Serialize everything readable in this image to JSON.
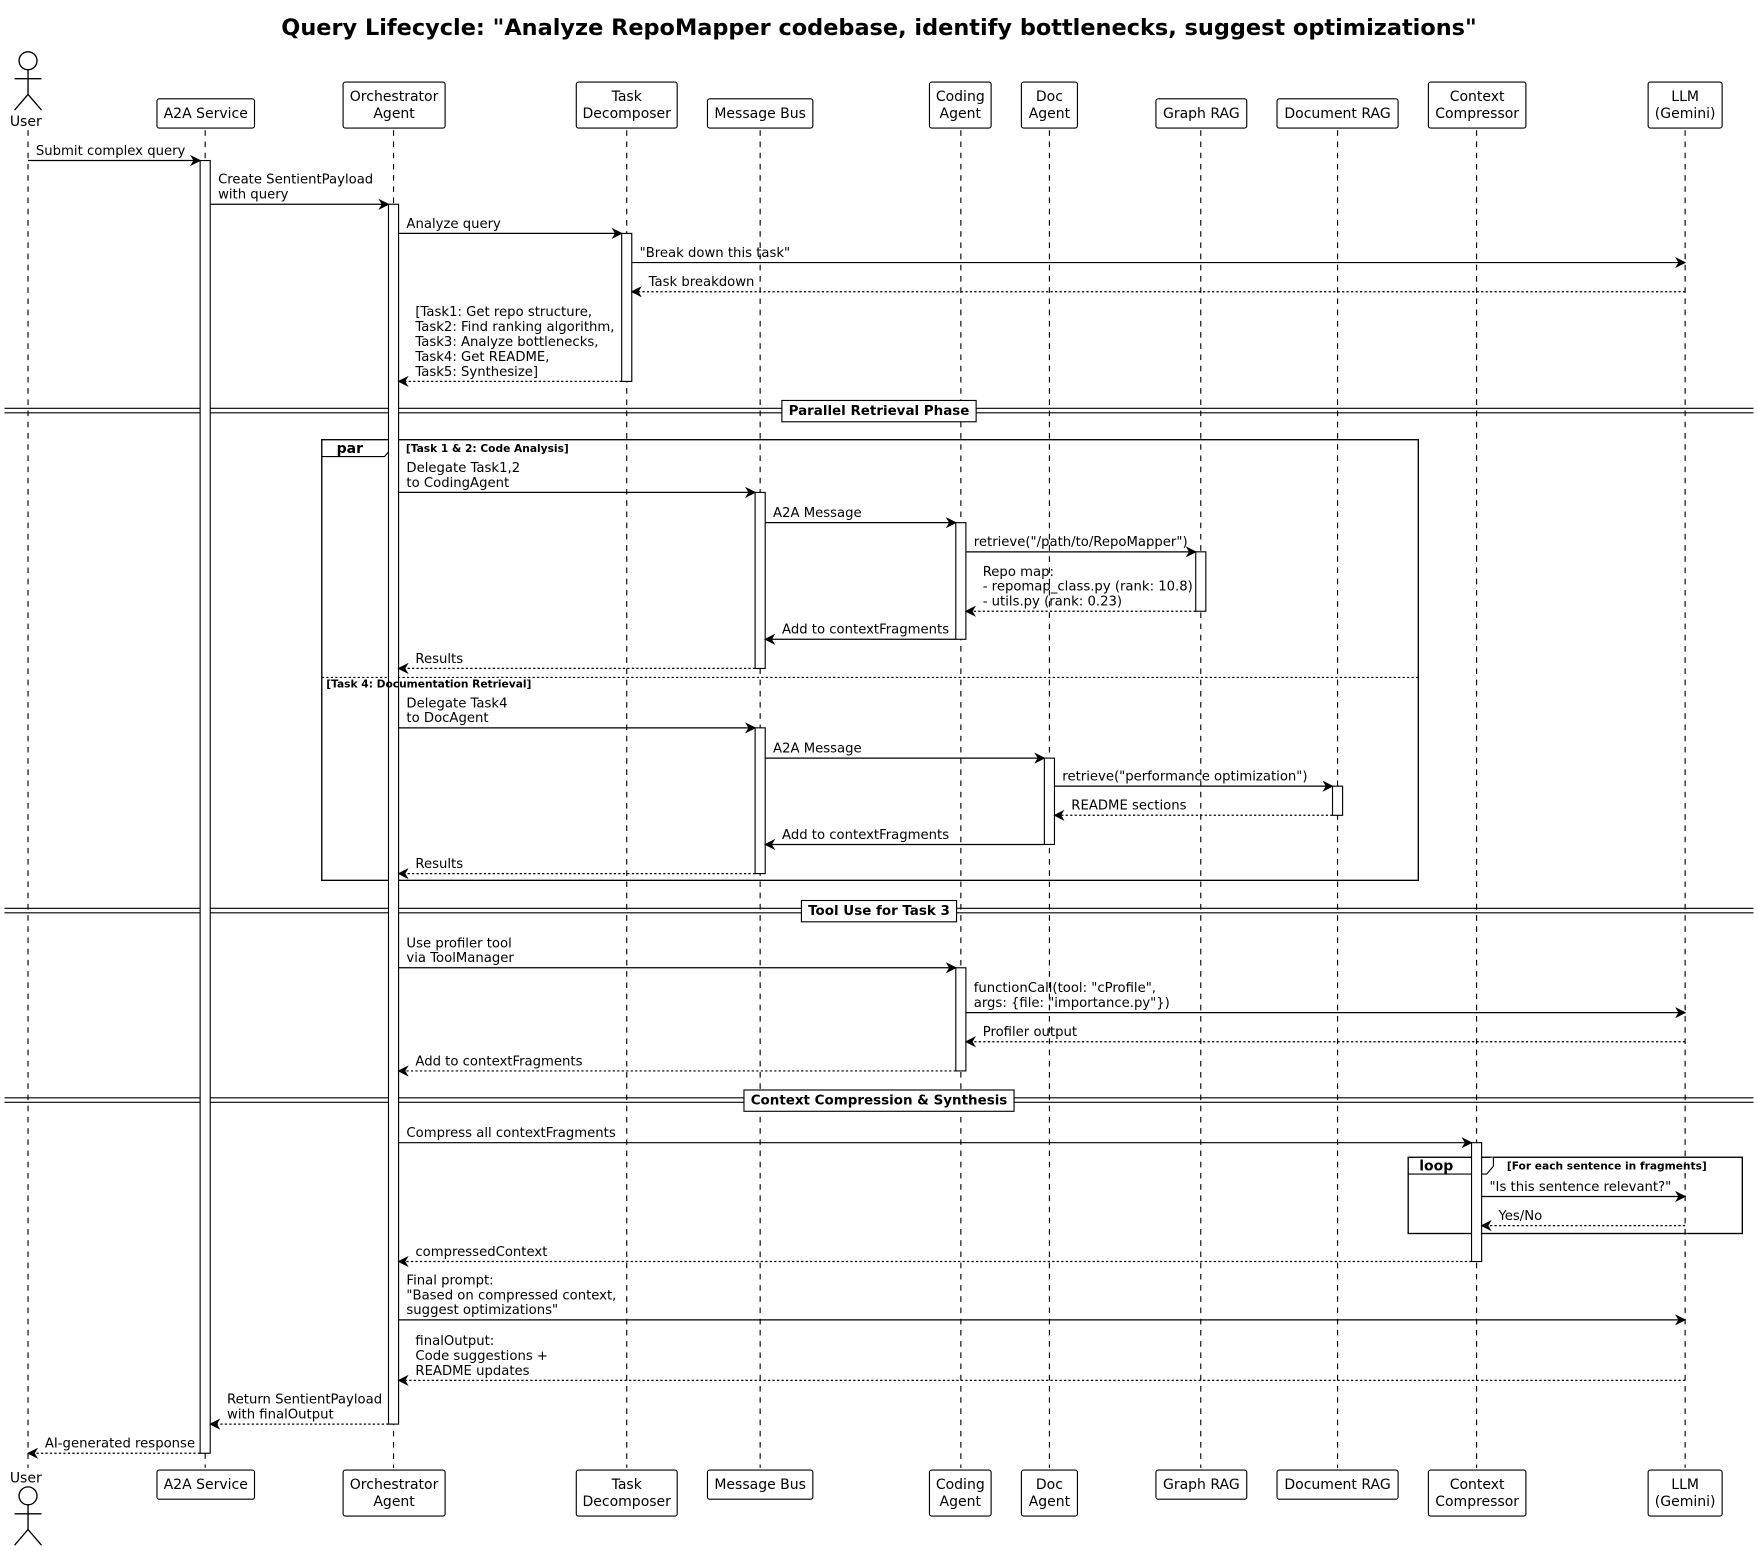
{
  "title": "Query Lifecycle: \"Analyze RepoMapper codebase, identify bottlenecks, suggest optimizations\"",
  "participants": [
    {
      "id": "user",
      "label": [
        "User"
      ],
      "type": "actor"
    },
    {
      "id": "a2a",
      "label": [
        "A2A Service"
      ]
    },
    {
      "id": "orch",
      "label": [
        "Orchestrator",
        "Agent"
      ]
    },
    {
      "id": "td",
      "label": [
        "Task",
        "Decomposer"
      ]
    },
    {
      "id": "mb",
      "label": [
        "Message Bus"
      ]
    },
    {
      "id": "coding",
      "label": [
        "Coding",
        "Agent"
      ]
    },
    {
      "id": "doc",
      "label": [
        "Doc",
        "Agent"
      ]
    },
    {
      "id": "graph",
      "label": [
        "Graph RAG"
      ]
    },
    {
      "id": "docrag",
      "label": [
        "Document RAG"
      ]
    },
    {
      "id": "ctx",
      "label": [
        "Context",
        "Compressor"
      ]
    },
    {
      "id": "llm",
      "label": [
        "LLM",
        "(Gemini)"
      ]
    }
  ],
  "messages": [
    {
      "from": "user",
      "to": "a2a",
      "dashed": false,
      "label": [
        "Submit complex query"
      ]
    },
    {
      "from": "a2a",
      "to": "orch",
      "dashed": false,
      "label": [
        "Create SentientPayload",
        "with query"
      ]
    },
    {
      "from": "orch",
      "to": "td",
      "dashed": false,
      "label": [
        "Analyze query"
      ]
    },
    {
      "from": "td",
      "to": "llm",
      "dashed": false,
      "label": [
        "\"Break down this task\""
      ]
    },
    {
      "from": "llm",
      "to": "td",
      "dashed": true,
      "label": [
        "Task breakdown"
      ]
    },
    {
      "from": "td",
      "to": "orch",
      "dashed": true,
      "label": [
        "[Task1: Get repo structure,",
        "Task2: Find ranking algorithm,",
        "Task3: Analyze bottlenecks,",
        "Task4: Get README,",
        "Task5: Synthesize]"
      ]
    },
    {
      "from": "orch",
      "to": "mb",
      "dashed": false,
      "label": [
        "Delegate Task1,2",
        "to CodingAgent"
      ]
    },
    {
      "from": "mb",
      "to": "coding",
      "dashed": false,
      "label": [
        "A2A Message"
      ]
    },
    {
      "from": "coding",
      "to": "graph",
      "dashed": false,
      "label": [
        "retrieve(\"/path/to/RepoMapper\")"
      ]
    },
    {
      "from": "graph",
      "to": "coding",
      "dashed": true,
      "label": [
        "Repo map:",
        "- repomap_class.py (rank: 10.8)",
        "- utils.py (rank: 0.23)"
      ]
    },
    {
      "from": "coding",
      "to": "mb",
      "dashed": false,
      "label": [
        "Add to contextFragments"
      ]
    },
    {
      "from": "mb",
      "to": "orch",
      "dashed": true,
      "label": [
        "Results"
      ]
    },
    {
      "from": "orch",
      "to": "mb",
      "dashed": false,
      "label": [
        "Delegate Task4",
        "to DocAgent"
      ]
    },
    {
      "from": "mb",
      "to": "doc",
      "dashed": false,
      "label": [
        "A2A Message"
      ]
    },
    {
      "from": "doc",
      "to": "docrag",
      "dashed": false,
      "label": [
        "retrieve(\"performance optimization\")"
      ]
    },
    {
      "from": "docrag",
      "to": "doc",
      "dashed": true,
      "label": [
        "README sections"
      ]
    },
    {
      "from": "doc",
      "to": "mb",
      "dashed": false,
      "label": [
        "Add to contextFragments"
      ]
    },
    {
      "from": "mb",
      "to": "orch",
      "dashed": true,
      "label": [
        "Results"
      ]
    },
    {
      "from": "orch",
      "to": "coding",
      "dashed": false,
      "label": [
        "Use profiler tool",
        "via ToolManager"
      ]
    },
    {
      "from": "coding",
      "to": "llm",
      "dashed": false,
      "label": [
        "functionCall(tool: \"cProfile\",",
        "args: {file: \"importance.py\"})"
      ]
    },
    {
      "from": "llm",
      "to": "coding",
      "dashed": true,
      "label": [
        "Profiler output"
      ]
    },
    {
      "from": "coding",
      "to": "orch",
      "dashed": true,
      "label": [
        "Add to contextFragments"
      ]
    },
    {
      "from": "orch",
      "to": "ctx",
      "dashed": false,
      "label": [
        "Compress all contextFragments"
      ]
    },
    {
      "from": "ctx",
      "to": "llm",
      "dashed": false,
      "label": [
        "\"Is this sentence relevant?\""
      ]
    },
    {
      "from": "llm",
      "to": "ctx",
      "dashed": true,
      "label": [
        "Yes/No"
      ]
    },
    {
      "from": "ctx",
      "to": "orch",
      "dashed": true,
      "label": [
        "compressedContext"
      ]
    },
    {
      "from": "orch",
      "to": "llm",
      "dashed": false,
      "label": [
        "Final prompt:",
        "\"Based on compressed context,",
        "suggest optimizations\""
      ]
    },
    {
      "from": "llm",
      "to": "orch",
      "dashed": true,
      "label": [
        "finalOutput:",
        "Code suggestions +",
        "README updates"
      ]
    },
    {
      "from": "orch",
      "to": "a2a",
      "dashed": true,
      "label": [
        "Return SentientPayload",
        "with finalOutput"
      ]
    },
    {
      "from": "a2a",
      "to": "user",
      "dashed": true,
      "label": [
        "AI-generated response"
      ]
    }
  ],
  "dividers": [
    "Parallel Retrieval Phase",
    "Tool Use for Task 3",
    "Context Compression & Synthesis"
  ],
  "fragments": [
    {
      "kind": "par",
      "condition": "[Task 1 & 2: Code Analysis]",
      "else_condition": "[Task 4: Documentation Retrieval]"
    },
    {
      "kind": "loop",
      "condition": "[For each sentence in fragments]"
    }
  ]
}
